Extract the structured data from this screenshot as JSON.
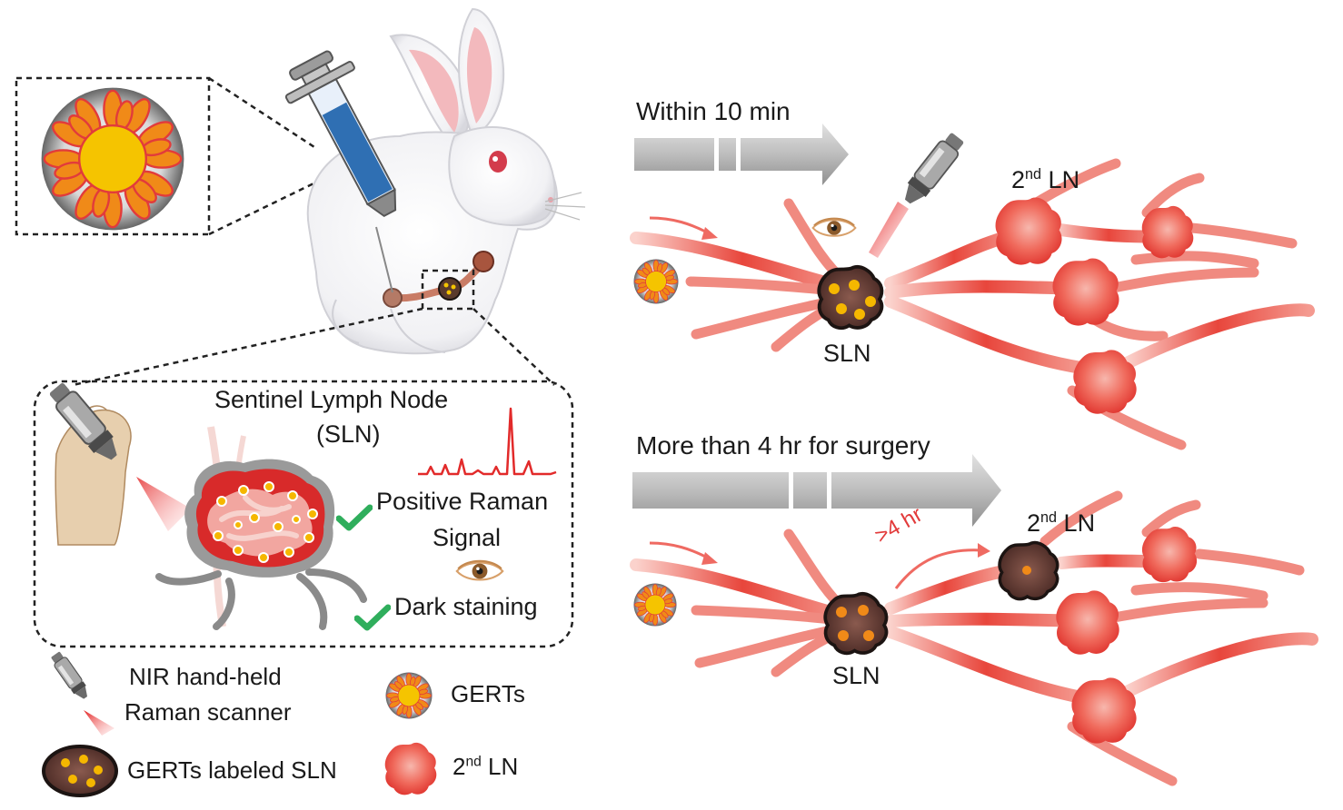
{
  "top_panel": {
    "time_label": "Within 10 min",
    "sln_label": "SLN",
    "ln2_label_main": "2",
    "ln2_label_sup": "nd",
    "ln2_label_tail": " LN"
  },
  "bottom_panel": {
    "time_label": "More than 4 hr for surgery",
    "sln_label": "SLN",
    "ln2_label_main": "2",
    "ln2_label_sup": "nd",
    "ln2_label_tail": " LN",
    "delay_label": ">4 hr"
  },
  "inset": {
    "title_line1": "Sentinel Lymph Node",
    "title_line2": "(SLN)",
    "check1_line1": "Positive Raman",
    "check1_line2": "Signal",
    "check2": "Dark staining"
  },
  "legend": {
    "scanner_line1": "NIR hand-held",
    "scanner_line2": "Raman scanner",
    "gerts": "GERTs",
    "gerts_sln": "GERTs labeled SLN",
    "ln2_main": "2",
    "ln2_sup": "nd",
    "ln2_tail": " LN"
  },
  "colors": {
    "vessel": "#e8463c",
    "node_red": "#ee5b50",
    "node_dark": "#5a3630",
    "gold": "#f5b700",
    "orange": "#f08a18",
    "arrow_gray": "#bdbdbd",
    "check_green": "#2fae5c",
    "syringe_blue": "#2f6fb3"
  }
}
